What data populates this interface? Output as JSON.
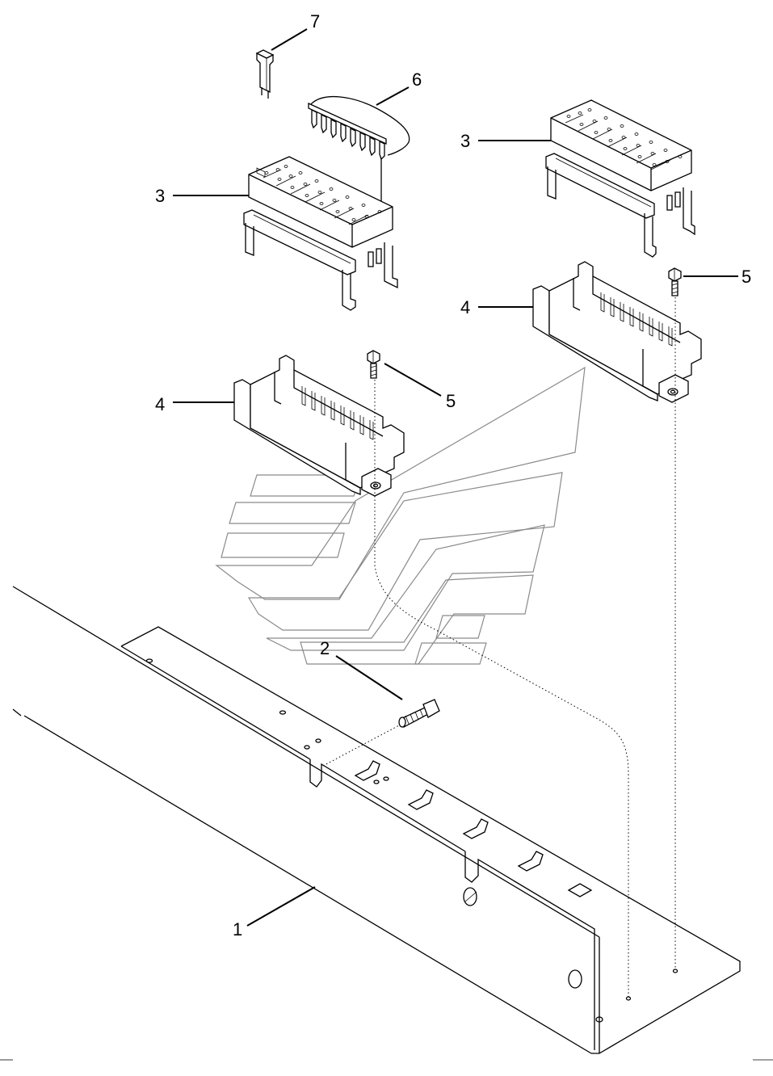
{
  "diagram": {
    "callouts": [
      {
        "id": "c1",
        "label": "1"
      },
      {
        "id": "c2",
        "label": "2"
      },
      {
        "id": "c3a",
        "label": "3"
      },
      {
        "id": "c3b",
        "label": "3"
      },
      {
        "id": "c4a",
        "label": "4"
      },
      {
        "id": "c4b",
        "label": "4"
      },
      {
        "id": "c5a",
        "label": "5"
      },
      {
        "id": "c5b",
        "label": "5"
      },
      {
        "id": "c6",
        "label": "6"
      },
      {
        "id": "c7",
        "label": "7"
      }
    ]
  }
}
